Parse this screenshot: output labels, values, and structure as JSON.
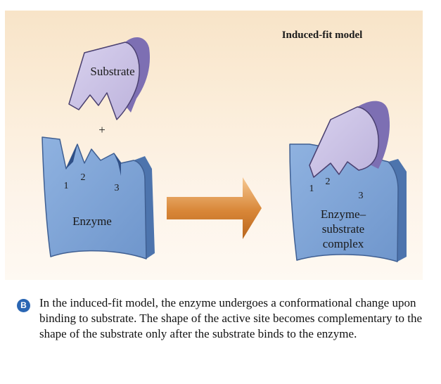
{
  "figure": {
    "title": "Induced-fit model",
    "substrate_label": "Substrate",
    "plus": "+",
    "enzyme_label": "Enzyme",
    "site_labels": [
      "1",
      "2",
      "3"
    ],
    "complex_site_labels": [
      "1",
      "2",
      "3"
    ],
    "complex_label": [
      "Enzyme–",
      "substrate",
      "complex"
    ]
  },
  "caption": {
    "badge": "B",
    "text": "In the induced-fit model, the enzyme undergoes a conformational change upon binding to substrate. The shape of the active site becomes complementary to the shape of the substrate only after the substrate binds to the enzyme."
  },
  "colors": {
    "enzyme": "#7fa6d8",
    "substrate": "#c9c0e4",
    "arrow": "#d98a3c"
  }
}
